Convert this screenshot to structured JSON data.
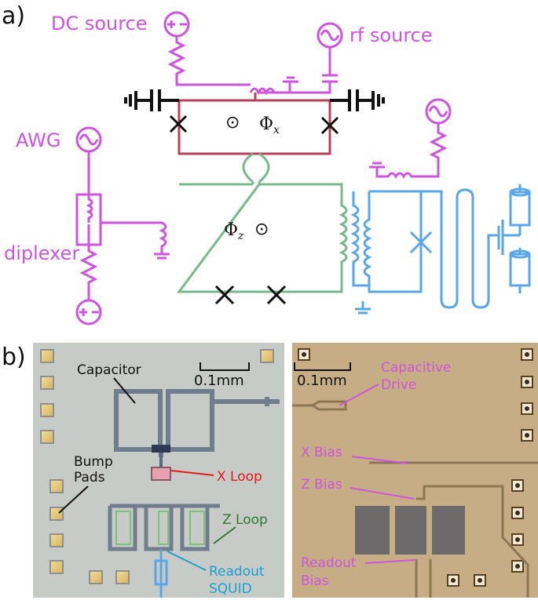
{
  "panel_a": {
    "letter": "a)",
    "labels": {
      "dc_source": "DC source",
      "rf_source": "rf source",
      "awg": "AWG",
      "diplexer": "diplexer",
      "phi_x": "Φ",
      "phi_x_sub": "x",
      "phi_z": "Φ",
      "phi_z_sub": "z",
      "flux_symbol": "⊙"
    }
  },
  "panel_b": {
    "letter": "b)",
    "left": {
      "scale": "0.1mm",
      "capacitor": "Capacitor",
      "bump_pads_1": "Bump",
      "bump_pads_2": "Pads",
      "x_loop": "X Loop",
      "z_loop": "Z Loop",
      "readout_1": "Readout",
      "readout_2": "SQUID"
    },
    "right": {
      "scale": "0.1mm",
      "cap_drive_1": "Capacitive",
      "cap_drive_2": "Drive",
      "x_bias": "X Bias",
      "z_bias": "Z Bias",
      "readout_bias_1": "Readout",
      "readout_bias_2": "Bias"
    }
  },
  "colors": {
    "magenta": "#cc55dd",
    "red_loop": "#b8405a",
    "green_loop": "#77b98a",
    "blue_readout": "#5aa6e6",
    "red_label": "#e21a1a",
    "green_label": "#2f7a2f",
    "cyan_label": "#1a9fd0",
    "chip_left_bg": "#c6cbc8",
    "chip_right_bg": "#c7ad85"
  }
}
